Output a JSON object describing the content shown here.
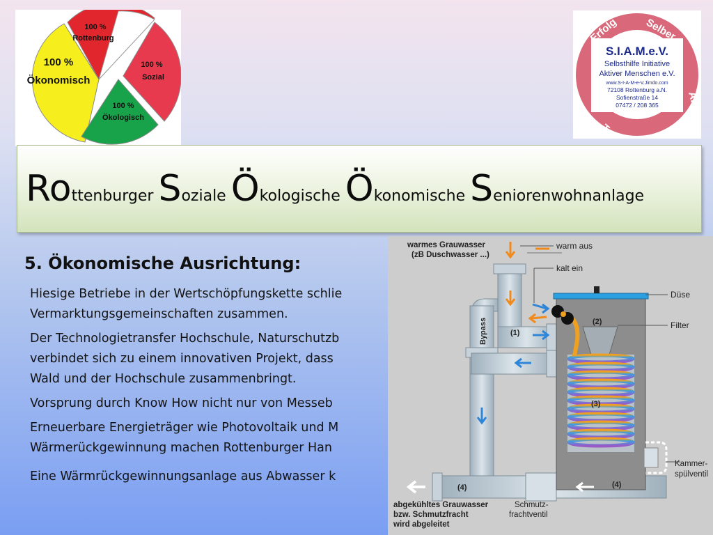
{
  "pie_logo": {
    "segments": [
      {
        "pct": "100 %",
        "label": "Rottenburg"
      },
      {
        "pct": "100 %",
        "label": "Sozial"
      },
      {
        "pct": "100 %",
        "label": "Ökologisch"
      },
      {
        "pct": "100 %",
        "label": "Ökonomisch"
      }
    ],
    "colors": {
      "rottenburg": "#e2262e",
      "sozial": "#e83a4e",
      "oekologisch": "#18a24a",
      "oekonomisch": "#f6ee1d"
    }
  },
  "siam_logo": {
    "ring_words": [
      "Erfolg",
      "Selber",
      "Aktiv",
      "Team"
    ],
    "name": "S.I.A.M.e.V.",
    "lines": [
      "Selbsthilfe Initiative",
      "Aktiver Menschen e.V.",
      "www.S-I-A-M-e-V.Jimdo.com",
      "72108 Rottenburg a.N.",
      "Sofienstraße 14",
      "07472 / 208 365"
    ],
    "colors": {
      "ring": "#d8687a",
      "name": "#1b2a8a"
    }
  },
  "title": {
    "words": [
      {
        "cap": "Ro",
        "rest": "ttenburger"
      },
      {
        "cap": "S",
        "rest": "oziale"
      },
      {
        "cap": "Ö",
        "rest": "kologische"
      },
      {
        "cap": "Ö",
        "rest": "konomische"
      },
      {
        "cap": "S",
        "rest": "eniorenwohnanlage"
      }
    ]
  },
  "section": {
    "heading": "5. Ökonomische Ausrichtung:",
    "paragraphs": [
      [
        "Hiesige Betriebe in der Wertschöpfungskette schlie",
        "Vermarktungsgemeinschaften zusammen."
      ],
      [
        "Der Technologietransfer Hochschule, Naturschutzb",
        "verbindet sich zu einem innovativen Projekt, dass",
        "Wald und der Hochschule zusammenbringt."
      ],
      [
        "Vorsprung durch Know How nicht nur von Messeb"
      ],
      [
        "Erneuerbare Energieträger wie Photovoltaik und M",
        "Wärmerückgewinnung machen Rottenburger Han"
      ],
      [
        "Eine Wärmrückgewinnungsanlage aus Abwasser k"
      ]
    ]
  },
  "diagram": {
    "labels": {
      "warm_gray_1": "warmes Grauwasser",
      "warm_gray_2": "(zB Duschwasser ...)",
      "warm_out": "warm aus",
      "cold_in": "kalt ein",
      "nozzle": "Düse",
      "filter": "Filter",
      "bypass": "Bypass",
      "n1": "(1)",
      "n2": "(2)",
      "n3": "(3)",
      "n4a": "(4)",
      "n4b": "(4)",
      "chamber_1": "Kammer-",
      "chamber_2": "spülventil",
      "cooled_1": "abgekühltes Grauwasser",
      "cooled_2": "bzw. Schmutzfracht",
      "cooled_3": "wird abgeleitet",
      "dirt_1": "Schmutz-",
      "dirt_2": "frachtventil"
    },
    "colors": {
      "hot": "#f08a1c",
      "cold": "#2f86d8",
      "coil_top": "#f0a020",
      "coil_mid": "#3aa0e0",
      "coil_bottom": "#9b59c8",
      "pipe": "#b8c8d4",
      "nozzle_bar": "#2aa0e0"
    }
  }
}
